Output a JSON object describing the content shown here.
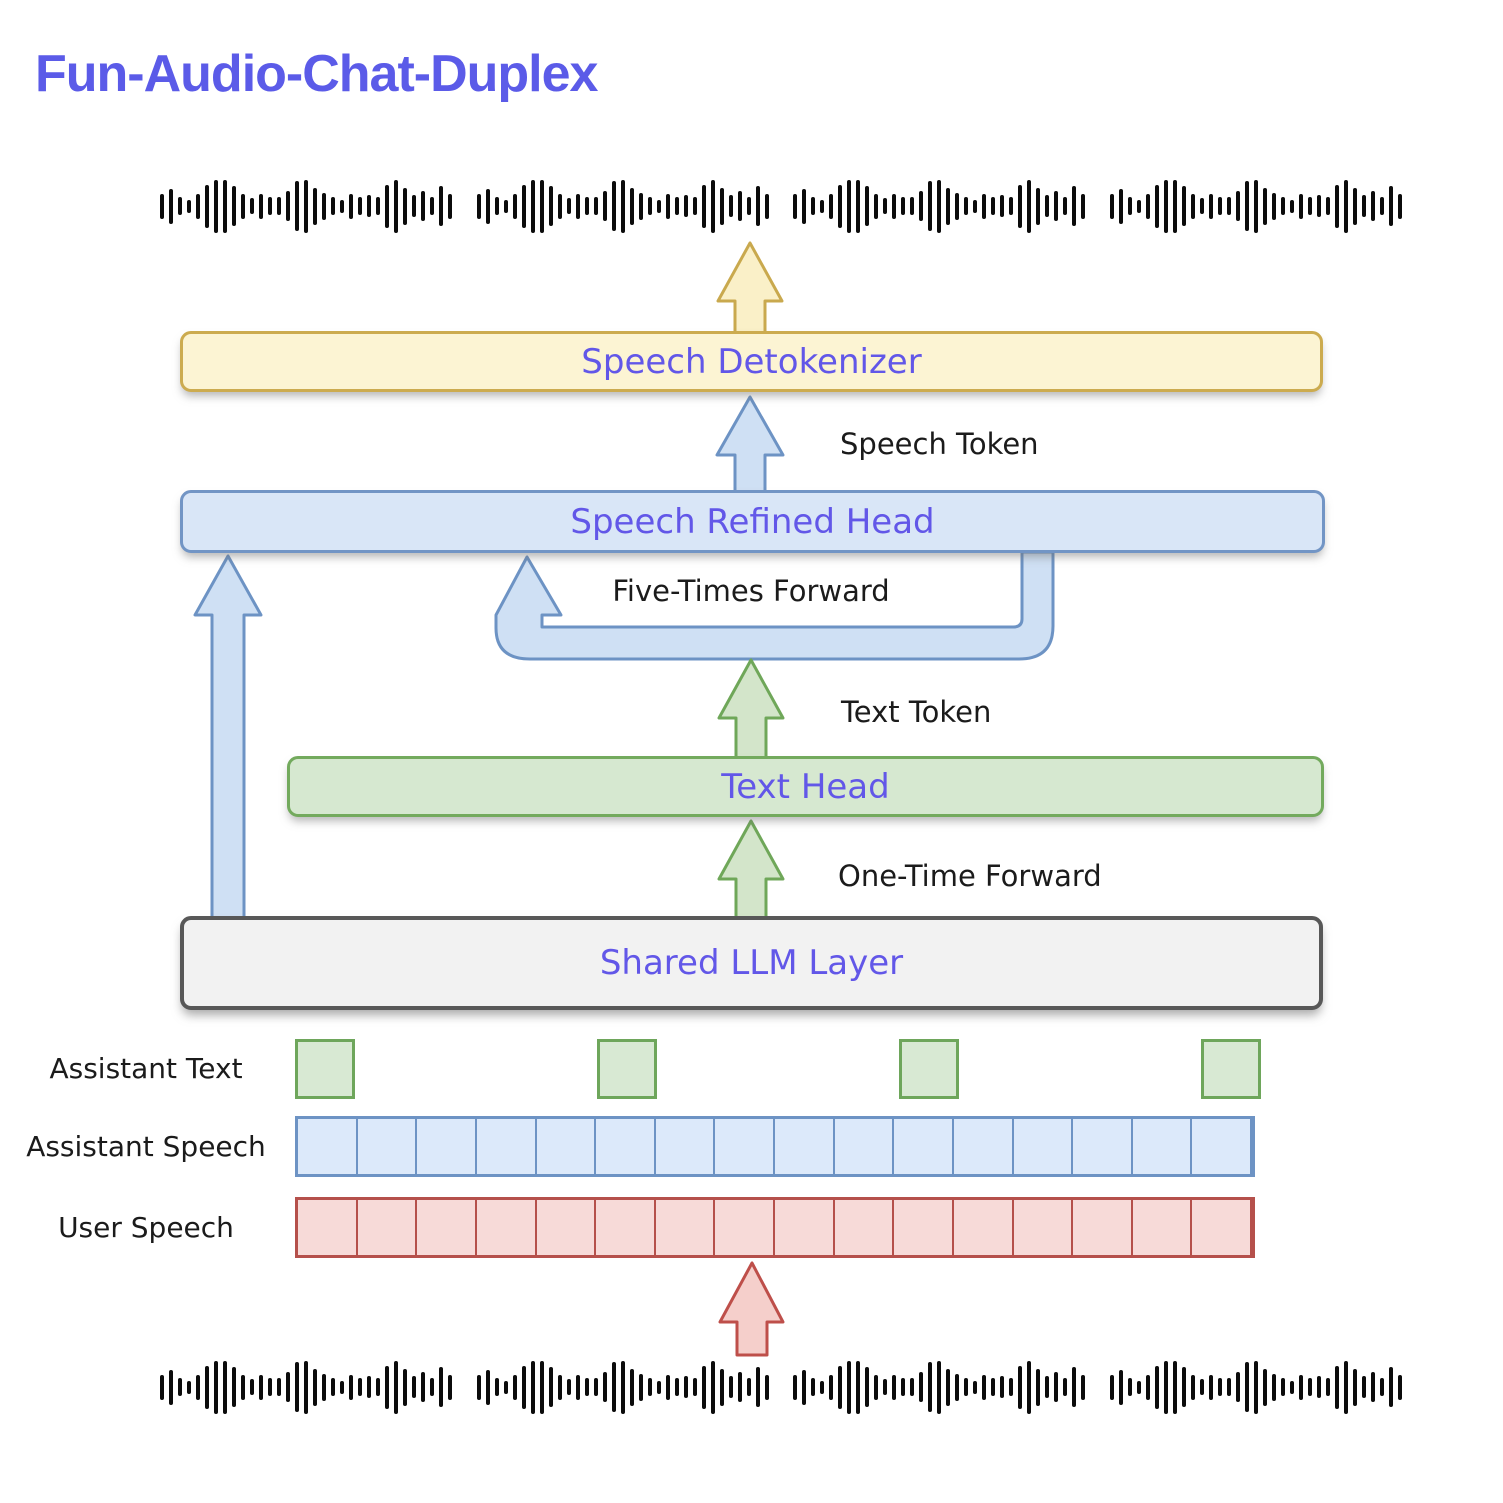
{
  "title": "Fun-Audio-Chat-Duplex",
  "boxes": {
    "speech_detokenizer": {
      "label": "Speech Detokenizer"
    },
    "speech_refined_head": {
      "label": "Speech Refined Head"
    },
    "text_head": {
      "label": "Text Head"
    },
    "shared_llm_layer": {
      "label": "Shared LLM Layer"
    }
  },
  "flow_labels": {
    "speech_token": "Speech Token",
    "five_times_forward": "Five-Times Forward",
    "text_token": "Text Token",
    "one_time_forward": "One-Time Forward"
  },
  "token_rows": {
    "assistant_text": {
      "label": "Assistant Text",
      "tokens": 4
    },
    "assistant_speech": {
      "label": "Assistant Speech",
      "tokens": 16
    },
    "user_speech": {
      "label": "User Speech",
      "tokens": 16
    }
  },
  "waveforms": {
    "top_groups": 4,
    "bottom_groups": 4,
    "bar_heights": [
      25,
      35,
      18,
      13,
      25,
      43,
      53,
      53,
      40,
      25,
      16,
      25,
      18,
      18,
      30,
      50,
      53,
      37,
      27,
      18,
      13,
      25,
      18,
      22,
      18,
      43,
      53,
      37,
      22,
      30,
      18,
      40,
      25
    ]
  },
  "colors": {
    "title_color": "#5B5BE8",
    "purple_text": "#6257E8",
    "black_text": "#1b1b1b",
    "waveform_color": "#0b0b0b",
    "yellow_fill": "#FCF4D3",
    "yellow_border": "#CCAB4F",
    "yellow_arrow_fill": "#FAF0C8",
    "yellow_arrow_border": "#C9A94E",
    "blue_fill": "#D9E6F7",
    "blue_border": "#7295C5",
    "blue_arrow_fill": "#CFE0F4",
    "blue_arrow_border": "#6D93C4",
    "green_fill": "#D6E8D0",
    "green_border": "#73AA5D",
    "green_arrow_fill": "#D3E5CA",
    "green_arrow_border": "#6FA759",
    "gray_fill": "#F2F2F2",
    "gray_border": "#585858",
    "blue_cell_fill": "#DCE9FA",
    "blue_cell_border": "#6D93C4",
    "red_cell_fill": "#F7DAD8",
    "red_cell_border": "#B5504B",
    "red_arrow_fill": "#F5CFCB",
    "red_arrow_border": "#BE4F4A",
    "green_sq_fill": "#D8E9D3",
    "green_sq_border": "#6EA65B"
  }
}
